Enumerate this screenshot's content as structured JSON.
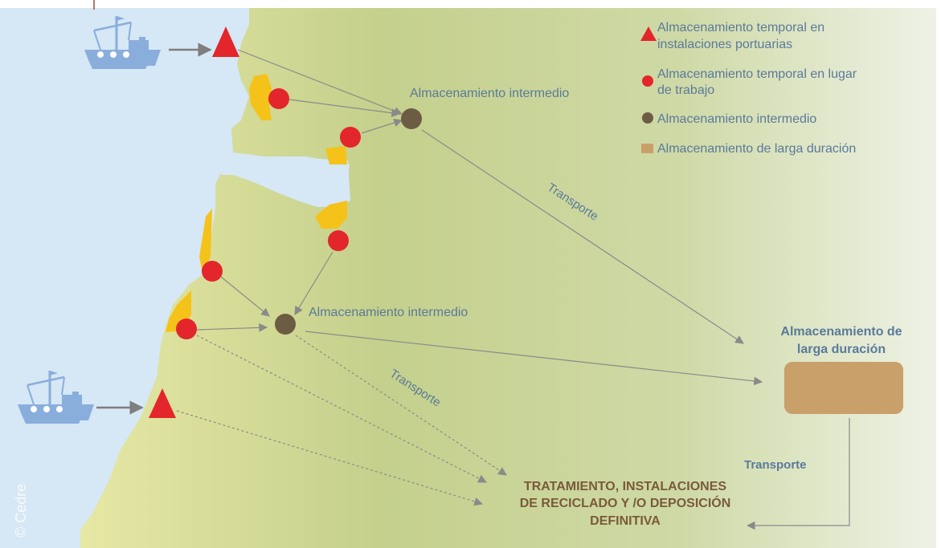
{
  "legend": {
    "port_storage": "Almacenamiento temporal en instalaciones portuarias",
    "port_storage_l1": "Almacenamiento temporal en",
    "port_storage_l2": "instalaciones portuarias",
    "work_storage_l1": "Almacenamiento temporal en lugar",
    "work_storage_l2": "de trabajo",
    "intermediate": "Almacenamiento intermedio",
    "long_term": "Almacenamiento de larga duración"
  },
  "nodes": {
    "intermediate_top": "Almacenamiento intermedio",
    "intermediate_mid": "Almacenamiento intermedio",
    "long_term_l1": "Almacenamiento de",
    "long_term_l2": "larga duración"
  },
  "transport": {
    "upper": "Transporte",
    "middle": "Transporte",
    "right": "Transporte"
  },
  "final": {
    "l1": "TRATAMIENTO, INSTALACIONES",
    "l2": "DE RECICLADO Y /O DEPOSICIÓN",
    "l3": "DEFINITIVA"
  },
  "credit": "© Cedre",
  "colors": {
    "sea": "#d4e6f5",
    "land_left": "#e2e6a8",
    "land_mid": "#c3cf8c",
    "land_right": "#e8eedf",
    "oil": "#f5c21a",
    "red": "#e3262b",
    "brown": "#6d5c44",
    "long_box": "#c9a06a",
    "arrow": "#8a8a8a",
    "text": "#5a7a9a",
    "boat": "#8aaedb"
  }
}
